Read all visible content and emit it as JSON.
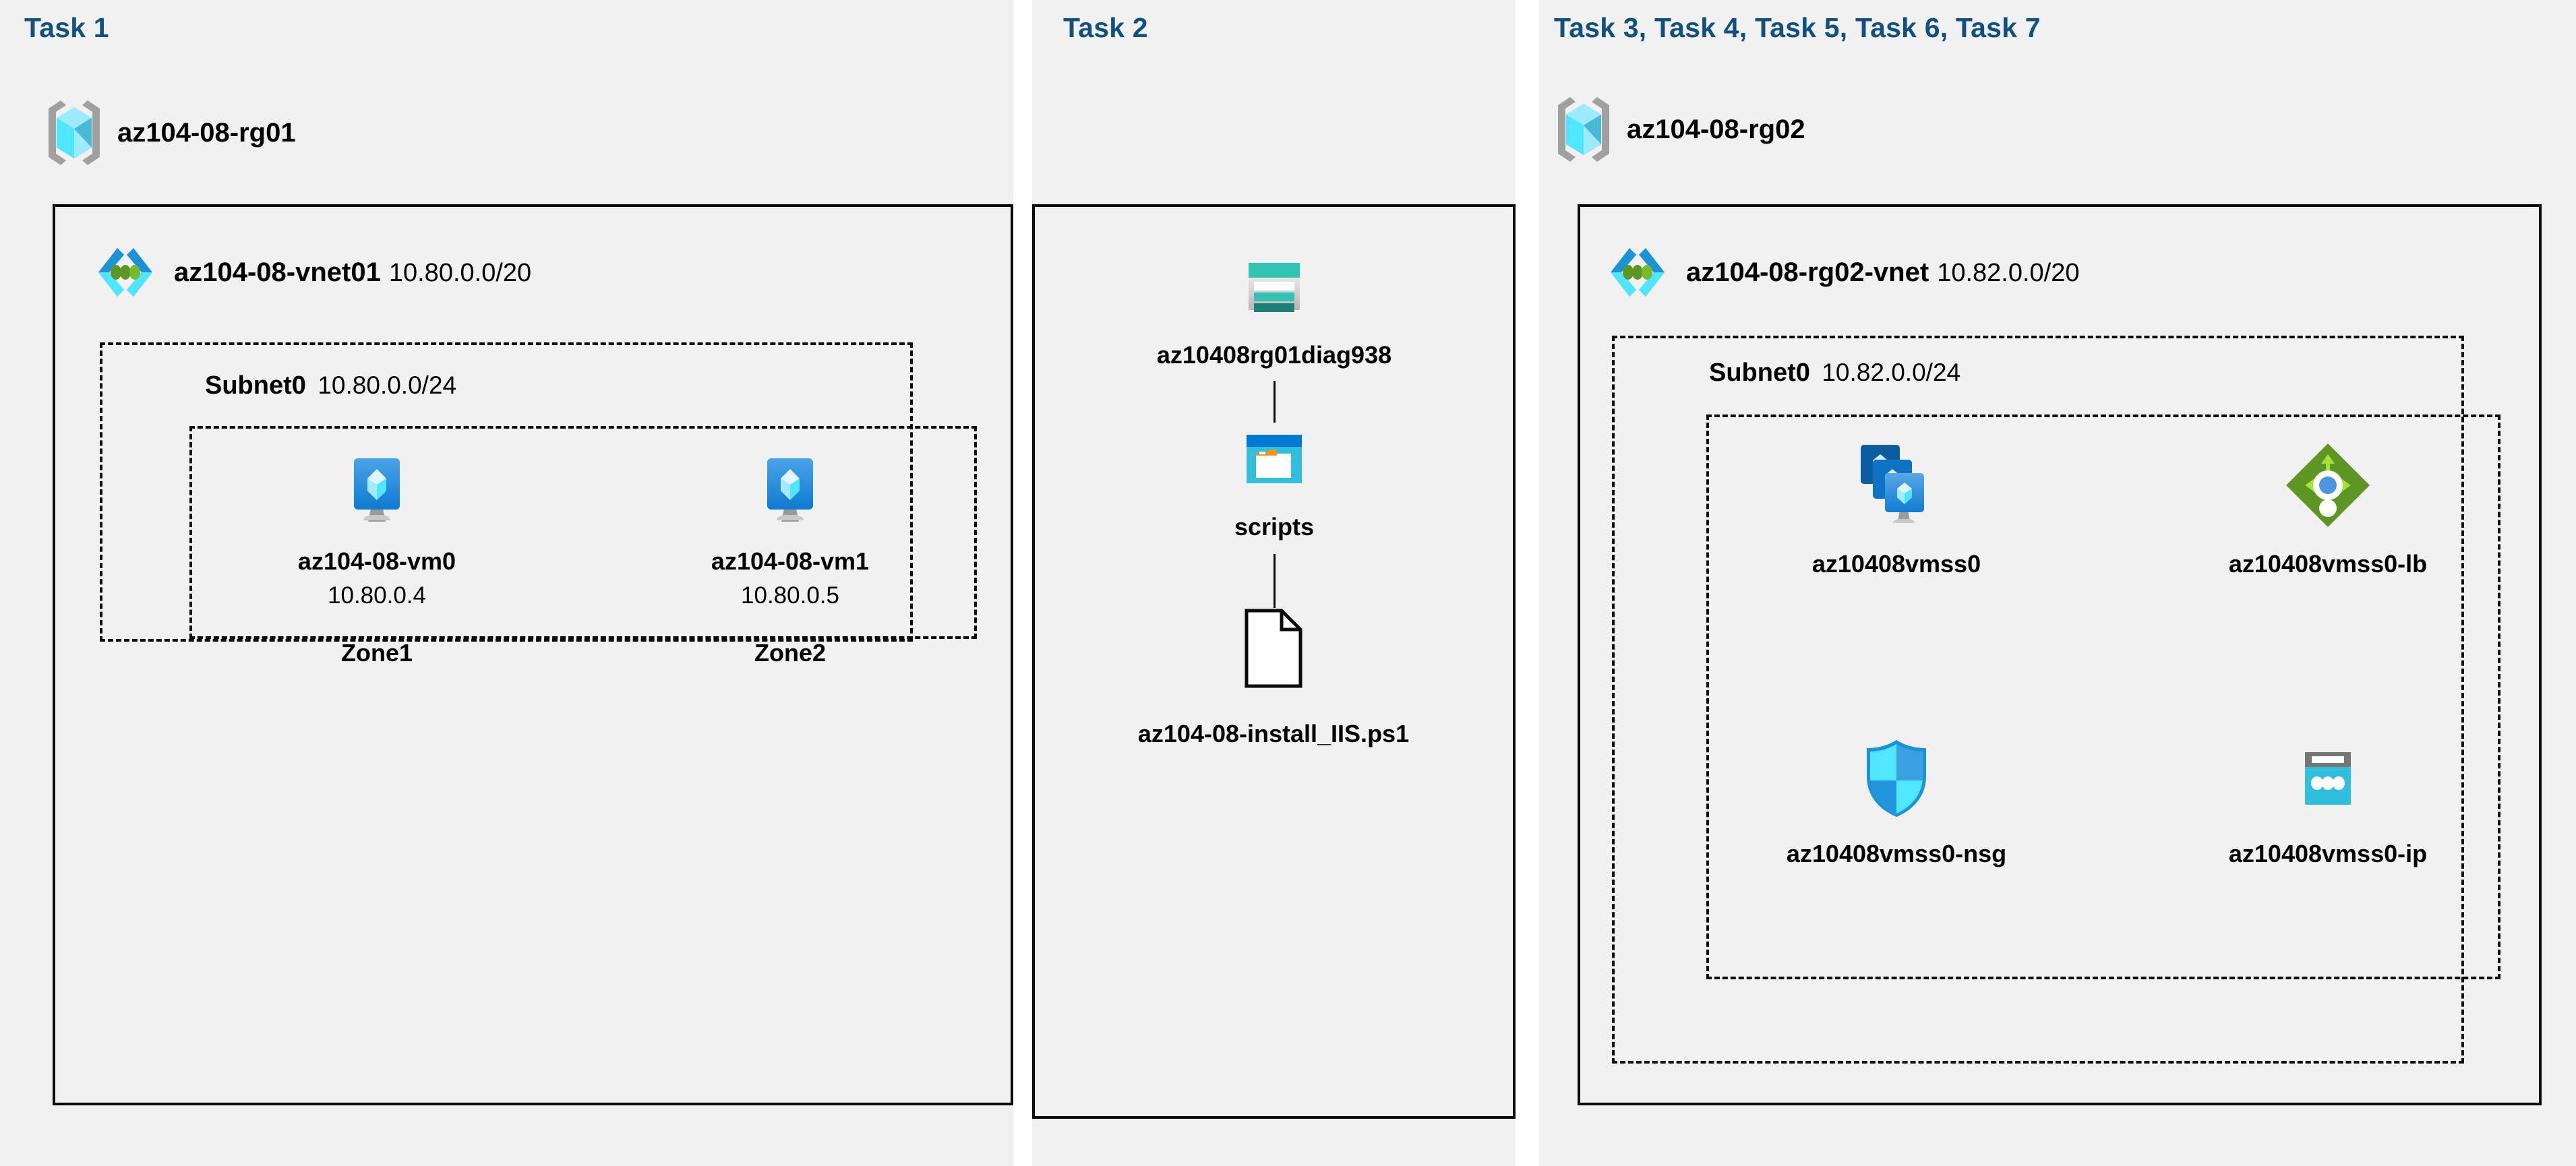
{
  "panels": [
    {
      "task_header": "Task 1"
    },
    {
      "task_header": "Task 2"
    },
    {
      "task_header": "Task 3, Task 4, Task 5, Task 6, Task 7"
    }
  ],
  "task1": {
    "resource_group": {
      "name": "az104-08-rg01",
      "icon": "resource-group-icon"
    },
    "vnet": {
      "name": "az104-08-vnet01",
      "cidr": "10.80.0.0/20",
      "icon": "virtual-network-icon"
    },
    "subnet": {
      "name": "Subnet0",
      "cidr": "10.80.0.0/24"
    },
    "vms": [
      {
        "name": "az104-08-vm0",
        "ip": "10.80.0.4",
        "zone": "Zone1",
        "icon": "virtual-machine-icon"
      },
      {
        "name": "az104-08-vm1",
        "ip": "10.80.0.5",
        "zone": "Zone2",
        "icon": "virtual-machine-icon"
      }
    ]
  },
  "task2": {
    "storage_account": {
      "name": "az10408rg01diag938",
      "icon": "storage-account-icon"
    },
    "container": {
      "name": "scripts",
      "icon": "blob-container-icon"
    },
    "file": {
      "name": "az104-08-install_IIS.ps1",
      "icon": "file-icon"
    }
  },
  "task3to7": {
    "resource_group": {
      "name": "az104-08-rg02",
      "icon": "resource-group-icon"
    },
    "vnet": {
      "name": "az104-08-rg02-vnet",
      "cidr": "10.82.0.0/20",
      "icon": "virtual-network-icon"
    },
    "subnet": {
      "name": "Subnet0",
      "cidr": "10.82.0.0/24"
    },
    "resources": [
      {
        "name": "az10408vmss0",
        "icon": "vm-scale-set-icon"
      },
      {
        "name": "az10408vmss0-lb",
        "icon": "load-balancer-icon"
      },
      {
        "name": "az10408vmss0-nsg",
        "icon": "network-security-group-icon"
      },
      {
        "name": "az10408vmss0-ip",
        "icon": "public-ip-address-icon"
      }
    ]
  },
  "colors": {
    "panel_bg": "#f1f1f1",
    "task_header": "#11507f",
    "border": "#0b0b0b",
    "azure_blue": "#0078d4",
    "cyan": "#32bedd",
    "teal": "#2bb9ac",
    "green": "#6eac24",
    "gray": "#949494"
  }
}
